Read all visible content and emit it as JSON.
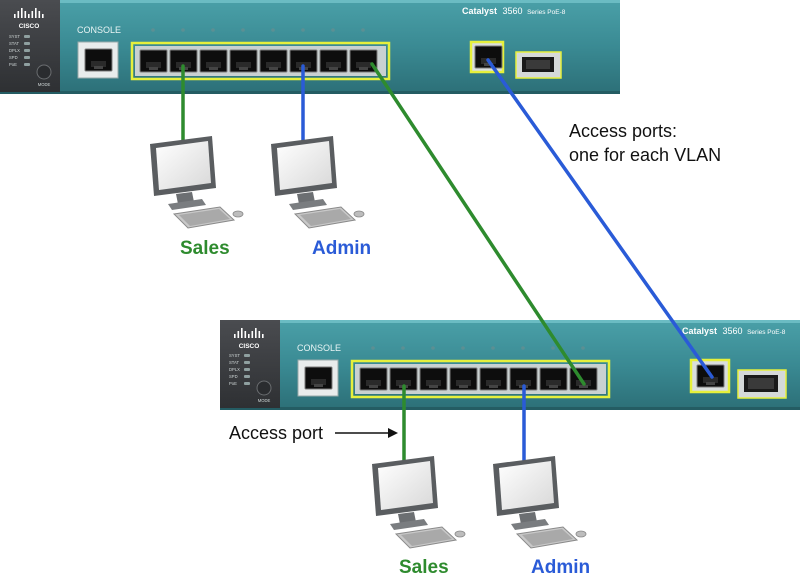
{
  "colors": {
    "sales_vlan": "#2e8b2e",
    "admin_vlan": "#2a5bd7",
    "chassis": "#3a8d96",
    "faceplate": "#3d3f42",
    "highlight": "#e6f03c",
    "cable_sales": "#2e8b2e",
    "cable_admin": "#2a5bd7"
  },
  "switch_top": {
    "brand": "CISCO",
    "console_label": "CONSOLE",
    "model": "Catalyst",
    "model_number": "3560",
    "series": "Series PoE-8",
    "leds": [
      "SYST",
      "STAT",
      "DPLX",
      "SPD",
      "PoE"
    ],
    "mode_label": "MODE"
  },
  "switch_bottom": {
    "brand": "CISCO",
    "console_label": "CONSOLE",
    "model": "Catalyst",
    "model_number": "3560",
    "series": "Series PoE-8",
    "leds": [
      "SYST",
      "STAT",
      "DPLX",
      "SPD",
      "PoE"
    ],
    "mode_label": "MODE"
  },
  "hosts": {
    "top_sales": "Sales",
    "top_admin": "Admin",
    "bottom_sales": "Sales",
    "bottom_admin": "Admin"
  },
  "annotations": {
    "access_ports_line1": "Access ports:",
    "access_ports_line2": "one for each VLAN",
    "access_port": "Access port"
  }
}
